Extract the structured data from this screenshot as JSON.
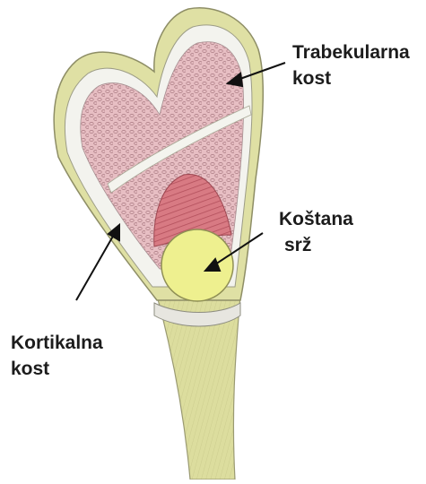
{
  "labels": {
    "trabecular": {
      "line1": "Trabekularna",
      "line2": "kost"
    },
    "marrow": {
      "line1": "Koštana",
      "line2": "srž"
    },
    "cortical": {
      "line1": "Kortikalna",
      "line2": "kost"
    }
  },
  "colors": {
    "cortical_shaft": "#dfe0a3",
    "cortex_white": "#f4f4ef",
    "trabecular_pink": "#e2b7bd",
    "marrow_red": "#d46e78",
    "marrow_yellow": "#eef08f",
    "arrow": "#111111"
  }
}
